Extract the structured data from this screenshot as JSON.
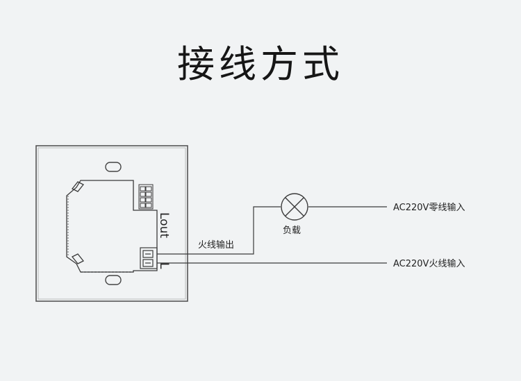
{
  "title": "接线方式",
  "labels": {
    "load": "负载",
    "live_output": "火线输出",
    "neutral_input": "AC220V零线输入",
    "live_input": "AC220V火线输入",
    "terminal_lout": "Lout",
    "terminal_l": "L"
  },
  "colors": {
    "background": "#f1f3f4",
    "line": "#3a3a3a"
  }
}
